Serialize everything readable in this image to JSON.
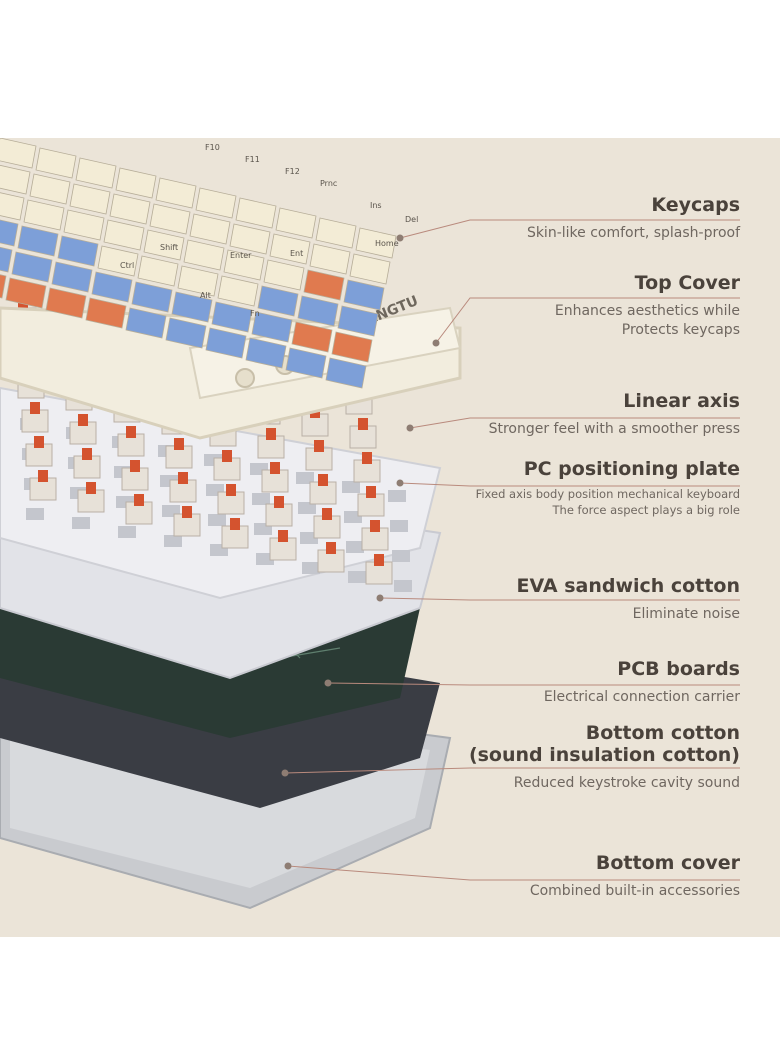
{
  "brand": "LANGTU",
  "keycap_legends": [
    "F10",
    "F11",
    "F12",
    "Prnc",
    "Ins",
    "Del",
    "Home",
    "Ent",
    "Enter",
    "Shift",
    "Ctrl",
    "Alt",
    "Fn"
  ],
  "colors": {
    "background": "#ebe4d8",
    "leader_line": "#b98a7d",
    "title_text": "#4a423b",
    "desc_text": "#6f6760",
    "keycap_cream": "#f3ecd6",
    "keycap_blue": "#7d9fd8",
    "keycap_orange": "#e07a4f",
    "switch_red": "#d4532f",
    "plate_white": "#e9e9ee",
    "pcb_green": "#2a3a34",
    "foam_dark": "#3a3d44",
    "case_grey": "#c9cbcf"
  },
  "layers": [
    {
      "title": "Keycaps",
      "desc": [
        "Skin-like comfort, splash-proof"
      ]
    },
    {
      "title": "Top Cover",
      "desc": [
        "Enhances aesthetics while",
        "Protects keycaps"
      ]
    },
    {
      "title": "Linear axis",
      "desc": [
        "Stronger feel with a smoother press"
      ]
    },
    {
      "title": "PC positioning plate",
      "desc": [
        "Fixed axis body position mechanical keyboard",
        "The force aspect plays a big role"
      ]
    },
    {
      "title": "EVA sandwich cotton",
      "desc": [
        "Eliminate noise"
      ]
    },
    {
      "title": "PCB boards",
      "desc": [
        "Electrical connection carrier"
      ]
    },
    {
      "title": "Bottom cotton",
      "title2": "(sound insulation cotton)",
      "desc": [
        "Reduced keystroke cavity sound"
      ]
    },
    {
      "title": "Bottom cover",
      "desc": [
        "Combined built-in accessories"
      ]
    }
  ]
}
